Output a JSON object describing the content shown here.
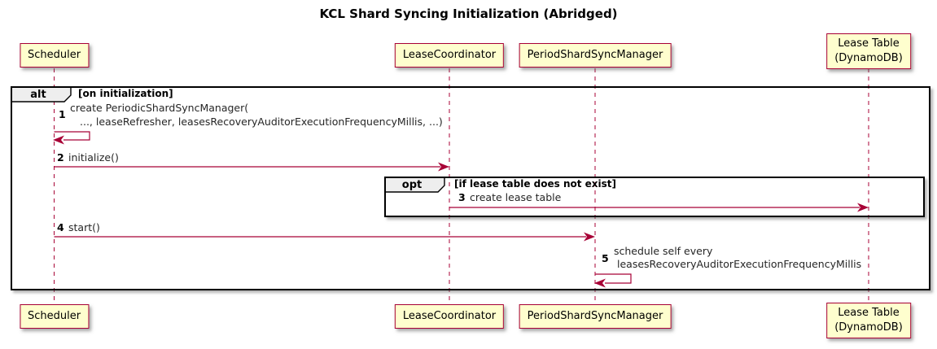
{
  "title": "KCL Shard Syncing Initialization (Abridged)",
  "participants": {
    "scheduler": {
      "label": "Scheduler"
    },
    "lease_coordinator": {
      "label": "LeaseCoordinator"
    },
    "period_shard_sync_manager": {
      "label": "PeriodShardSyncManager"
    },
    "lease_table": {
      "line1": "Lease Table",
      "line2": "(DynamoDB)"
    }
  },
  "frames": {
    "alt": {
      "operator": "alt",
      "condition": "[on initialization]"
    },
    "opt": {
      "operator": "opt",
      "condition": "[if lease table does not exist]"
    }
  },
  "messages": {
    "m1": {
      "seq": "1",
      "line1": "create PeriodicShardSyncManager(",
      "line2": "..., leaseRefresher, leasesRecoveryAuditorExecutionFrequencyMillis, ...)"
    },
    "m2": {
      "seq": "2",
      "text": "initialize()"
    },
    "m3": {
      "seq": "3",
      "text": "create lease table"
    },
    "m4": {
      "seq": "4",
      "text": "start()"
    },
    "m5": {
      "seq": "5",
      "line1": "schedule self every",
      "line2": "leasesRecoveryAuditorExecutionFrequencyMillis"
    }
  },
  "colors": {
    "participant_fill": "#FEFECE",
    "accent": "#A80036",
    "frame_border": "#000000",
    "frame_label_fill": "#EEEEEE",
    "background": "#FFFFFF"
  }
}
